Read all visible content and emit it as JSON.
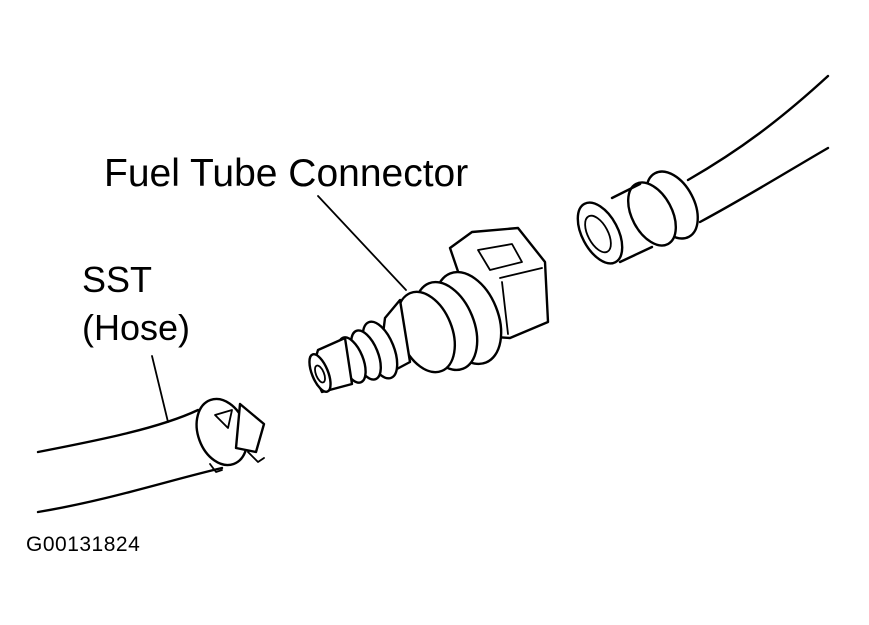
{
  "labels": {
    "fuel_tube_connector": "Fuel Tube Connector",
    "sst": "SST",
    "hose": "(Hose)",
    "figure_code": "G00131824"
  },
  "colors": {
    "ink": "#000000",
    "paper": "#ffffff"
  }
}
